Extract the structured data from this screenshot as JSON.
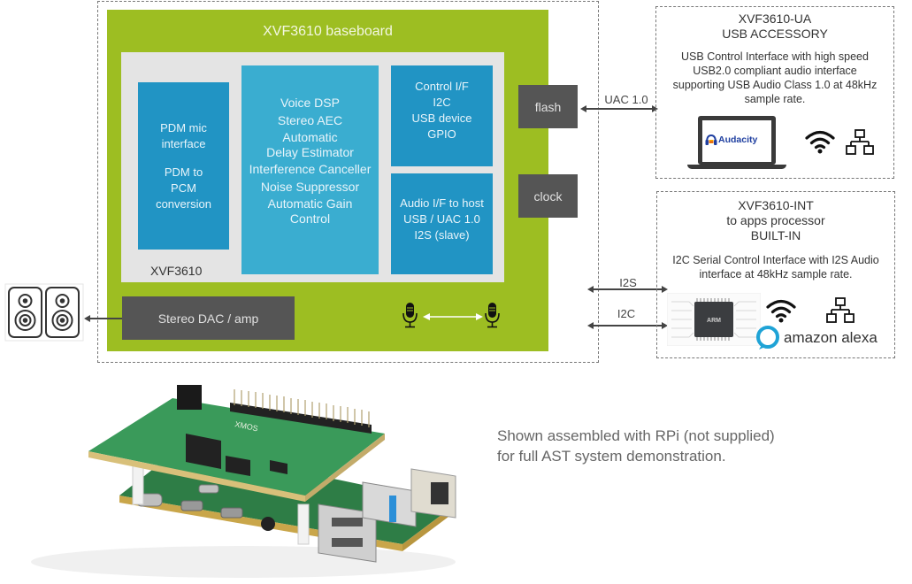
{
  "baseboard": {
    "title": "XVF3610 baseboard",
    "color": "#9dbe22"
  },
  "chip": {
    "label": "XVF3610",
    "pdm_block": {
      "lines_a": [
        "PDM mic",
        "interface"
      ],
      "lines_b": [
        "PDM to",
        "PCM",
        "conversion"
      ]
    },
    "dsp_block": {
      "lines": [
        "Voice DSP",
        "Stereo AEC",
        "Automatic",
        "Delay Estimator",
        "Interference Canceller",
        "Noise Suppressor",
        "Automatic Gain",
        "Control"
      ]
    },
    "control_block": {
      "lines": [
        "Control I/F",
        "I2C",
        "USB device",
        "GPIO"
      ]
    },
    "audio_block": {
      "lines": [
        "Audio I/F to host",
        "USB / UAC 1.0",
        "I2S (slave)"
      ]
    }
  },
  "peripherals": {
    "flash": "flash",
    "clock": "clock",
    "dac": "Stereo DAC / amp"
  },
  "connections": {
    "uac": "UAC 1.0",
    "i2s": "I2S",
    "i2c": "I2C"
  },
  "ua_panel": {
    "title": "XVF3610-UA",
    "subtitle": "USB ACCESSORY",
    "description": [
      "USB Control Interface with high speed",
      "USB2.0 compliant audio interface",
      "supporting USB Audio Class 1.0 at 48kHz",
      "sample rate."
    ],
    "laptop_app": "Audacity"
  },
  "int_panel": {
    "title": "XVF3610-INT",
    "subtitle1": "to apps processor",
    "subtitle2": "BUILT-IN",
    "description": [
      "I2C Serial Control Interface with I2S Audio",
      "interface at 48kHz sample rate."
    ],
    "chip_label": "ARM",
    "alexa_label": "amazon alexa"
  },
  "caption": {
    "line1": "Shown assembled with RPi (not supplied)",
    "line2": "for full AST system demonstration."
  },
  "board_photo": {
    "brand": "XMOS"
  }
}
